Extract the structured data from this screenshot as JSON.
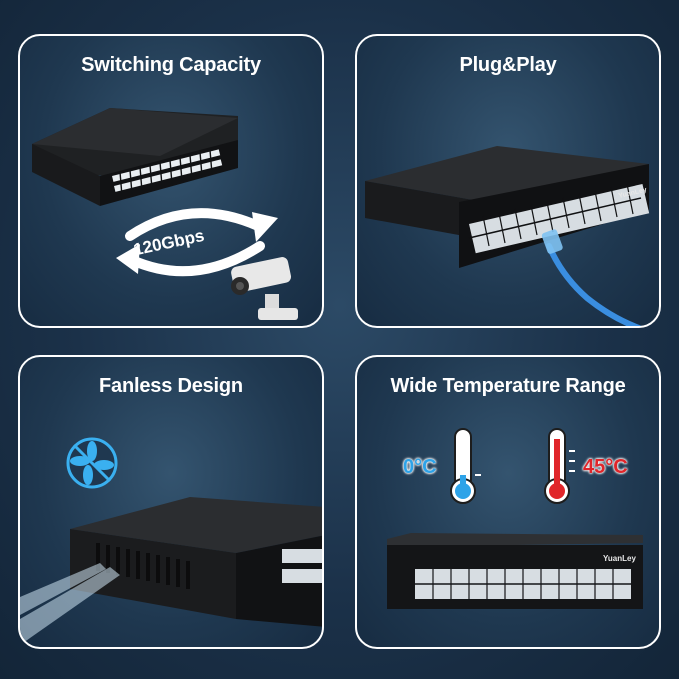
{
  "panels": {
    "switching": {
      "title": "Switching Capacity",
      "speed": "120Gbps"
    },
    "plug": {
      "title": "Plug&Play"
    },
    "fanless": {
      "title": "Fanless Design"
    },
    "temperature": {
      "title": "Wide Temperature Range",
      "low": "0°C",
      "high": "45°C"
    }
  },
  "brand": "YuanLey",
  "colors": {
    "background": "#1b3149",
    "cold": "#2ea3e8",
    "hot": "#e0262a",
    "cable": "#3a8ee0"
  },
  "icons": [
    "no-fan-icon",
    "thermometer-cold-icon",
    "thermometer-hot-icon",
    "camera-icon",
    "exchange-arrows-icon"
  ]
}
